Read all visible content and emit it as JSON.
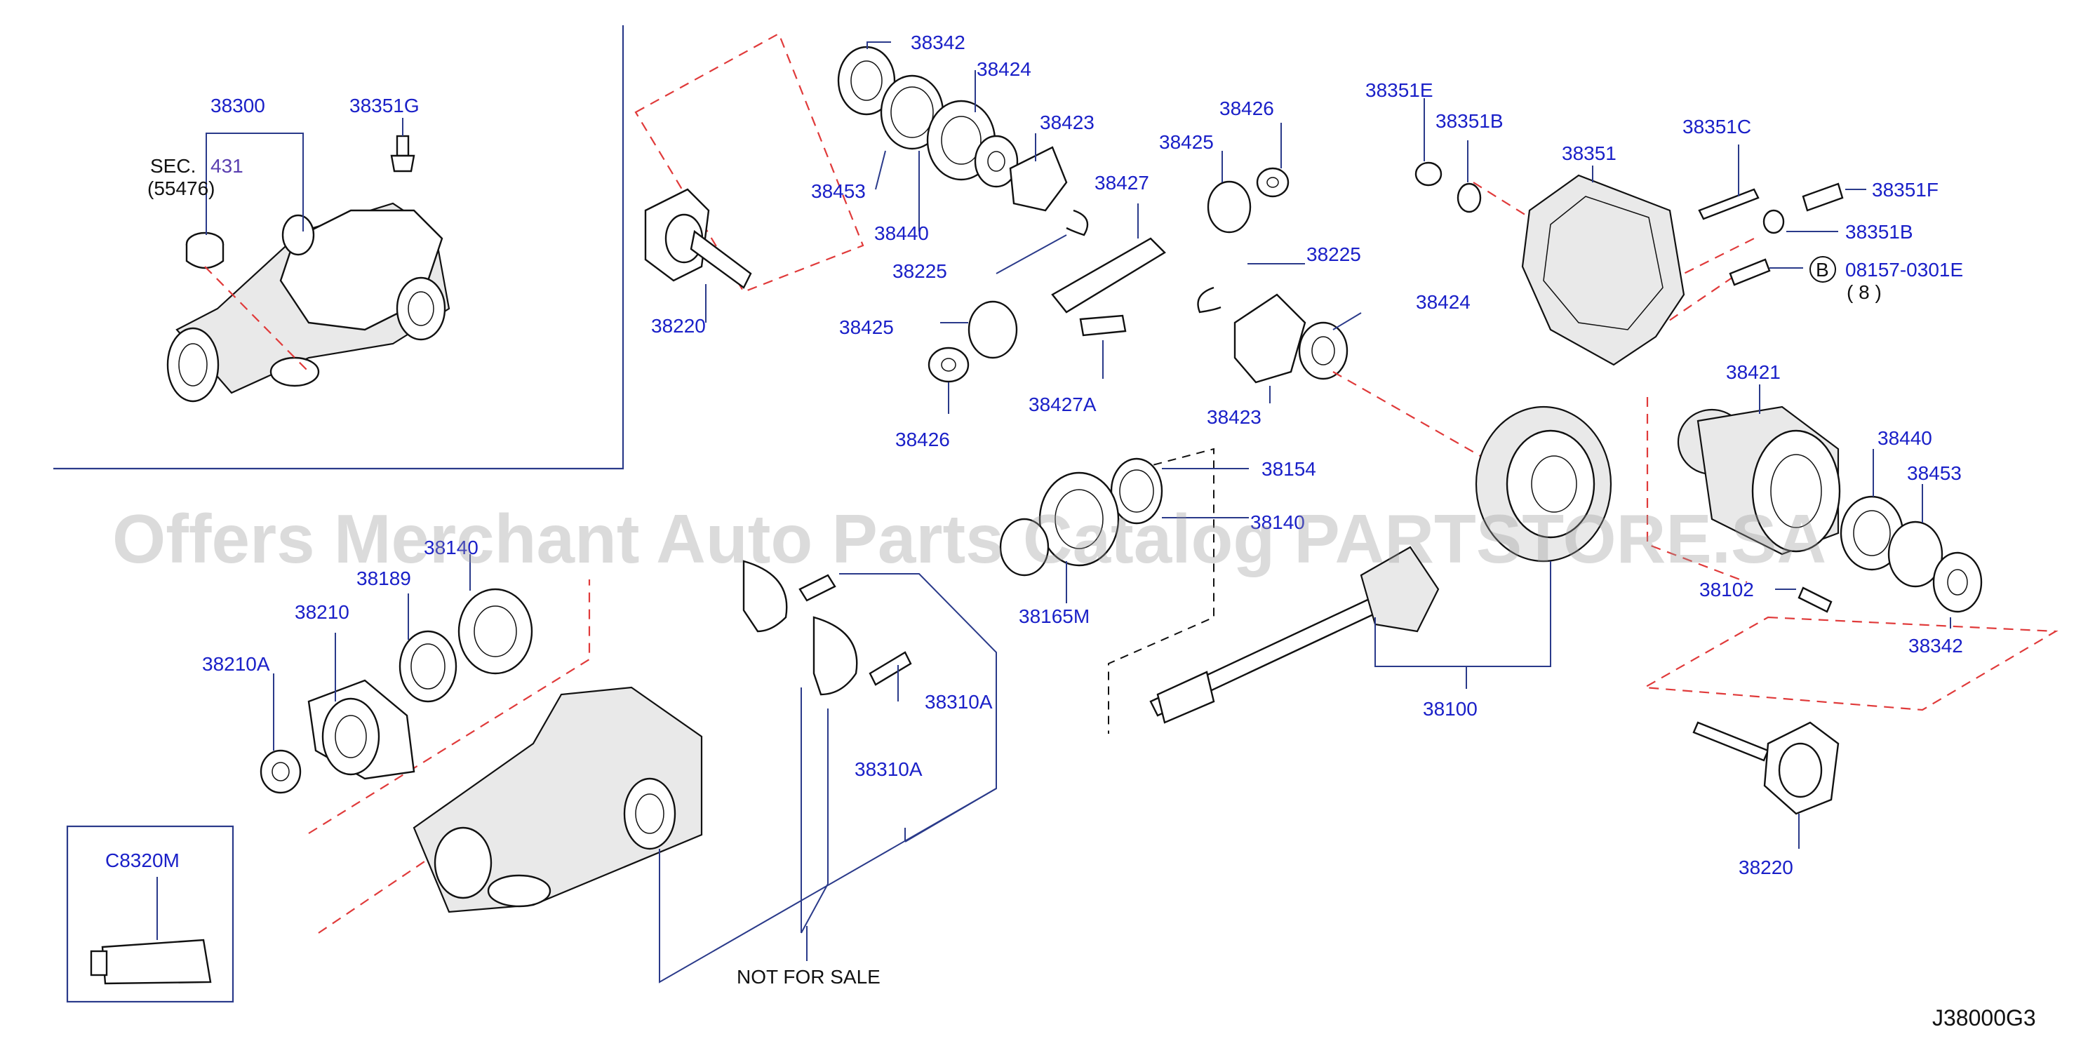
{
  "diagram": {
    "id_code": "J38000G3",
    "watermark": "Offers Merchant Auto Parts Catalog PARTSTORE.SA",
    "sec_ref": {
      "prefix": "SEC.",
      "number": "431",
      "sub": "(55476)"
    },
    "not_for_sale": "NOT  FOR  SALE",
    "bolt_symbol": "B",
    "bolt_part": "08157-0301E",
    "bolt_qty": "( 8 )",
    "labels": {
      "p38300": "38300",
      "p38351G": "38351G",
      "p38342a": "38342",
      "p38424a": "38424",
      "p38423a": "38423",
      "p38453a": "38453",
      "p38440a": "38440",
      "p38225a": "38225",
      "p38220a": "38220",
      "p38427": "38427",
      "p38425a": "38425",
      "p38426a": "38426",
      "p38427A": "38427A",
      "p38425b": "38425",
      "p38426b": "38426",
      "p38225b": "38225",
      "p38424b": "38424",
      "p38423b": "38423",
      "p38351E": "38351E",
      "p38351Ba": "38351B",
      "p38351": "38351",
      "p38351C": "38351C",
      "p38351F": "38351F",
      "p38351Bb": "38351B",
      "p38421": "38421",
      "p38440b": "38440",
      "p38453b": "38453",
      "p38102": "38102",
      "p38342b": "38342",
      "p38220b": "38220",
      "p38154": "38154",
      "p38140b": "38140",
      "p38165M": "38165M",
      "p38100": "38100",
      "p38140a": "38140",
      "p38189": "38189",
      "p38210": "38210",
      "p38210A": "38210A",
      "p38310Aa": "38310A",
      "p38310Ab": "38310A",
      "pC8320M": "C8320M"
    }
  }
}
